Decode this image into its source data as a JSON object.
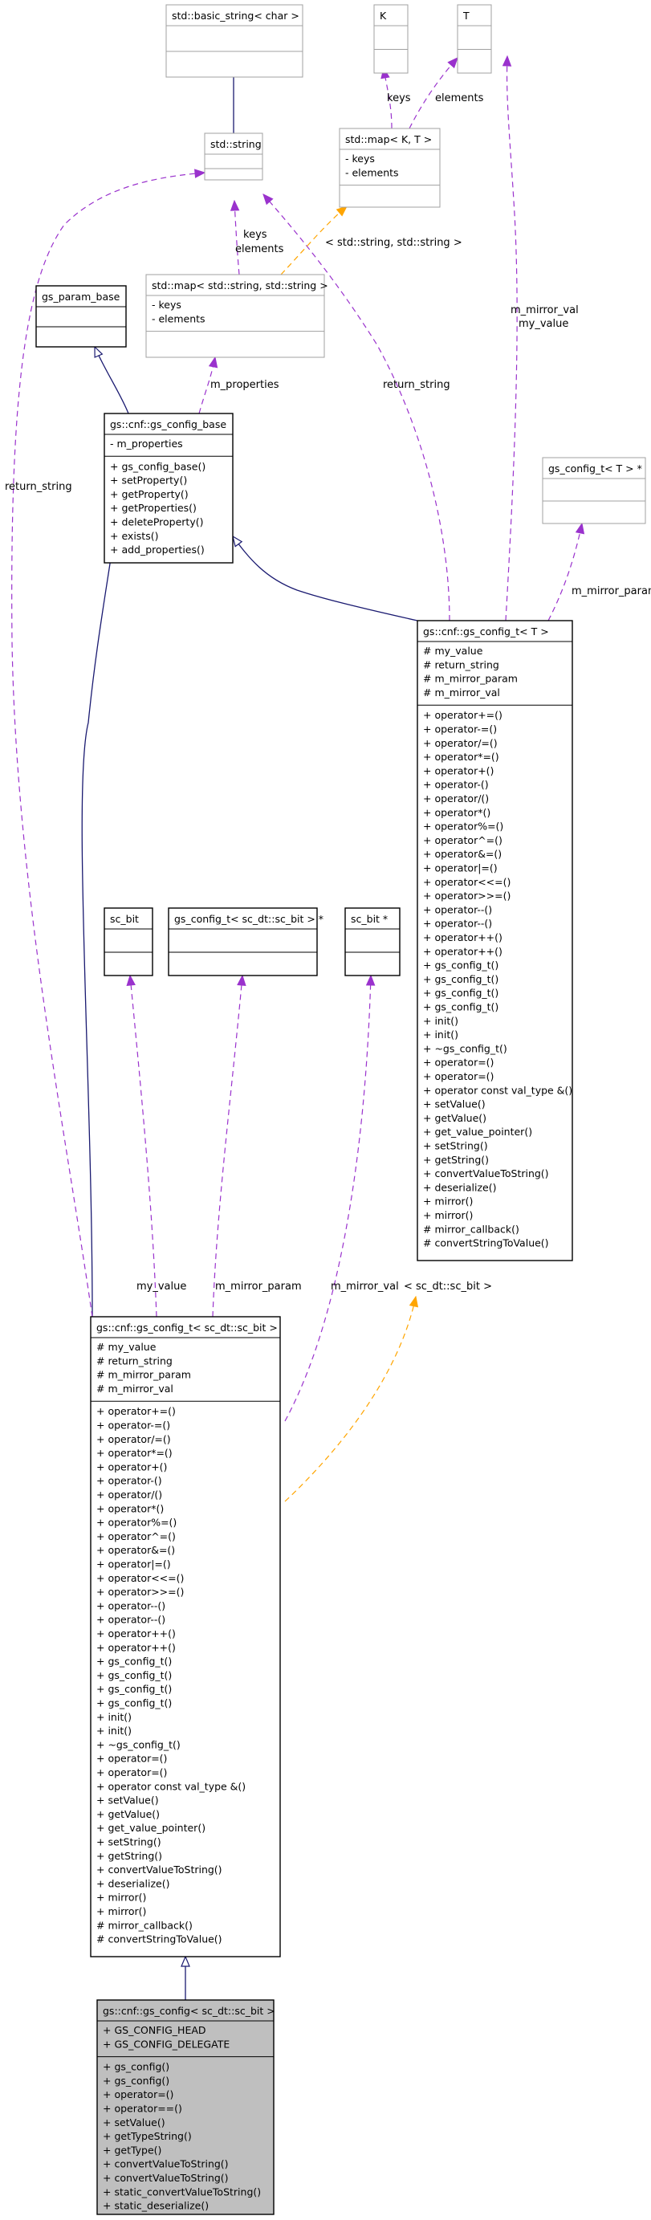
{
  "classes": {
    "basic_string": {
      "name": "std::basic_string< char >",
      "attributes": [],
      "methods": []
    },
    "K": {
      "name": "K",
      "attributes": [],
      "methods": []
    },
    "T": {
      "name": "T",
      "attributes": [],
      "methods": []
    },
    "std_string": {
      "name": "std::string",
      "attributes": [],
      "methods": []
    },
    "map_KT": {
      "name": "std::map< K, T >",
      "attributes": [
        "- keys",
        "- elements"
      ],
      "methods": []
    },
    "gs_param_base": {
      "name": "gs_param_base",
      "attributes": [],
      "methods": []
    },
    "map_strstr": {
      "name": "std::map< std::string, std::string >",
      "attributes": [
        "- keys",
        "- elements"
      ],
      "methods": []
    },
    "gs_config_base": {
      "name": "gs::cnf::gs_config_base",
      "attributes": [
        "- m_properties"
      ],
      "methods": [
        "+ gs_config_base()",
        "+ setProperty()",
        "+ getProperty()",
        "+ getProperties()",
        "+ deleteProperty()",
        "+ exists()",
        "+ add_properties()"
      ]
    },
    "gs_config_t_ptr": {
      "name": "gs_config_t< T > *",
      "attributes": [],
      "methods": []
    },
    "gs_config_t_T": {
      "name": "gs::cnf::gs_config_t< T >",
      "attributes": [
        "# my_value",
        "# return_string",
        "# m_mirror_param",
        "# m_mirror_val"
      ],
      "methods": [
        "+ operator+=()",
        "+ operator-=()",
        "+ operator/=()",
        "+ operator*=()",
        "+ operator+()",
        "+ operator-()",
        "+ operator/()",
        "+ operator*()",
        "+ operator%=()",
        "+ operator^=()",
        "+ operator&=()",
        "+ operator|=()",
        "+ operator<<=()",
        "+ operator>>=()",
        "+ operator--()",
        "+ operator--()",
        "+ operator++()",
        "+ operator++()",
        "+ gs_config_t()",
        "+ gs_config_t()",
        "+ gs_config_t()",
        "+ gs_config_t()",
        "+ init()",
        "+ init()",
        "+ ~gs_config_t()",
        "+ operator=()",
        "+ operator=()",
        "+ operator const val_type &()",
        "+ setValue()",
        "+ getValue()",
        "+ get_value_pointer()",
        "+ setString()",
        "+ getString()",
        "+ convertValueToString()",
        "+ deserialize()",
        "+ mirror()",
        "+ mirror()",
        "# mirror_callback()",
        "# convertStringToValue()"
      ]
    },
    "sc_bit": {
      "name": "sc_bit",
      "attributes": [],
      "methods": []
    },
    "gs_config_t_scbit_ptr": {
      "name": "gs_config_t< sc_dt::sc_bit > *",
      "attributes": [],
      "methods": []
    },
    "sc_bit_ptr": {
      "name": "sc_bit *",
      "attributes": [],
      "methods": []
    },
    "gs_config_t_scbit": {
      "name": "gs::cnf::gs_config_t< sc_dt::sc_bit >",
      "attributes": [
        "# my_value",
        "# return_string",
        "# m_mirror_param",
        "# m_mirror_val"
      ],
      "methods": [
        "+ operator+=()",
        "+ operator-=()",
        "+ operator/=()",
        "+ operator*=()",
        "+ operator+()",
        "+ operator-()",
        "+ operator/()",
        "+ operator*()",
        "+ operator%=()",
        "+ operator^=()",
        "+ operator&=()",
        "+ operator|=()",
        "+ operator<<=()",
        "+ operator>>=()",
        "+ operator--()",
        "+ operator--()",
        "+ operator++()",
        "+ operator++()",
        "+ gs_config_t()",
        "+ gs_config_t()",
        "+ gs_config_t()",
        "+ gs_config_t()",
        "+ init()",
        "+ init()",
        "+ ~gs_config_t()",
        "+ operator=()",
        "+ operator=()",
        "+ operator const val_type &()",
        "+ setValue()",
        "+ getValue()",
        "+ get_value_pointer()",
        "+ setString()",
        "+ getString()",
        "+ convertValueToString()",
        "+ deserialize()",
        "+ mirror()",
        "+ mirror()",
        "# mirror_callback()",
        "# convertStringToValue()"
      ]
    },
    "gs_config_scbit": {
      "name": "gs::cnf::gs_config< sc_dt::sc_bit >",
      "attributes": [
        "+ GS_CONFIG_HEAD",
        "+ GS_CONFIG_DELEGATE"
      ],
      "methods": [
        "+ gs_config()",
        "+ gs_config()",
        "+ operator=()",
        "+ operator==()",
        "+ setValue()",
        "+ getTypeString()",
        "+ getType()",
        "+ convertValueToString()",
        "+ convertValueToString()",
        "+ static_convertValueToString()",
        "+ static_deserialize()"
      ]
    }
  },
  "edge_labels": {
    "keys": "keys",
    "elements": "elements",
    "keys_elements_1": "keys",
    "keys_elements_2": "elements",
    "string_pair": "< std::string, std::string >",
    "m_properties": "m_properties",
    "return_string_right": "return_string",
    "mirror_val_1": "m_mirror_val",
    "mirror_val_2": "my_value",
    "mirror_param_top": "m_mirror_param",
    "return_string_left": "return_string",
    "my_value": "my_value",
    "mirror_param_bottom": "m_mirror_param",
    "mirror_val_bottom": "m_mirror_val",
    "scbit_template": "< sc_dt::sc_bit >"
  },
  "colors": {
    "inheritance": "#191970",
    "usage": "#9a32cd",
    "template": "#ffa500",
    "highlight_fill": "#bfbfbf",
    "border_dark": "#000000",
    "border_light": "#a0a0a0"
  }
}
